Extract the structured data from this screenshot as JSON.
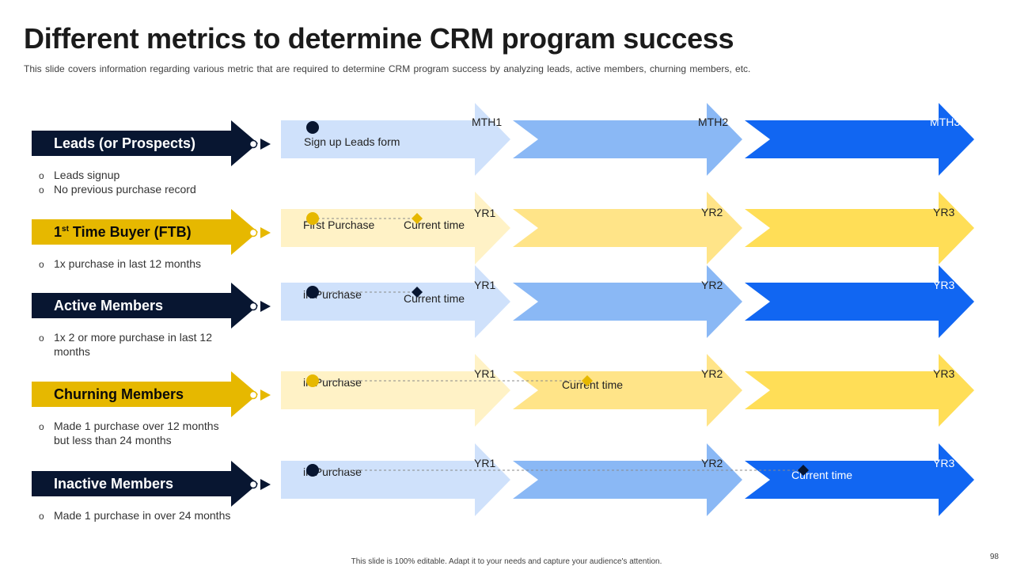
{
  "title": "Different metrics to determine CRM program success",
  "subtitle": "This slide covers information regarding various metric that are required to determine CRM program  success by analyzing leads, active members, churning members, etc.",
  "footer": "This slide is 100% editable. Adapt it to your needs and capture your audience's attention.",
  "page_number": "98",
  "colors": {
    "navy": "#081631",
    "gold": "#e6b800",
    "blue_light": "#cfe1fb",
    "blue_mid": "#8ab8f5",
    "blue_strong": "#1166f2",
    "yellow_light": "#fff2c6",
    "yellow_mid": "#ffe488",
    "yellow_strong": "#ffde57"
  },
  "metrics": [
    {
      "name": "Leads (or Prospects)",
      "name_main": "Leads (or Prospects)",
      "name_sup": "",
      "name_rest": "",
      "theme": "navy",
      "bullets": [
        "Leads signup",
        "No previous purchase record"
      ],
      "segments": [
        "MTH1",
        "MTH2",
        "MTH3"
      ],
      "events": [
        {
          "label": "Sign up Leads form",
          "shape": "circle"
        }
      ]
    },
    {
      "name": "1st Time Buyer (FTB)",
      "name_main": "1",
      "name_sup": "st",
      "name_rest": " Time Buyer (FTB)",
      "theme": "gold",
      "bullets": [
        "1x purchase in last 12 months"
      ],
      "segments": [
        "YR1",
        "YR2",
        "YR3"
      ],
      "events": [
        {
          "label": "First Purchase",
          "shape": "circle"
        },
        {
          "label": "Current time",
          "shape": "diamond"
        }
      ]
    },
    {
      "name": "Active Members",
      "name_main": "Active Members",
      "name_sup": "",
      "name_rest": "",
      "theme": "navy",
      "bullets": [
        "1x 2 or more purchase in last 12 months"
      ],
      "segments": [
        "YR1",
        "YR2",
        "YR3"
      ],
      "events": [
        {
          "label": "in Purchase",
          "shape": "circle"
        },
        {
          "label": "Current time",
          "shape": "diamond"
        }
      ]
    },
    {
      "name": "Churning Members",
      "name_main": "Churning Members",
      "name_sup": "",
      "name_rest": "",
      "theme": "gold",
      "bullets": [
        "Made 1 purchase over 12 months but less than 24 months"
      ],
      "segments": [
        "YR1",
        "YR2",
        "YR3"
      ],
      "events": [
        {
          "label": "in Purchase",
          "shape": "circle"
        },
        {
          "label": "Current time",
          "shape": "diamond"
        }
      ]
    },
    {
      "name": "Inactive Members",
      "name_main": "Inactive Members",
      "name_sup": "",
      "name_rest": "",
      "theme": "navy",
      "bullets": [
        "Made 1 purchase in over 24 months"
      ],
      "segments": [
        "YR1",
        "YR2",
        "YR3"
      ],
      "events": [
        {
          "label": "in Purchase",
          "shape": "circle"
        },
        {
          "label": "Current time",
          "shape": "diamond"
        }
      ]
    }
  ]
}
